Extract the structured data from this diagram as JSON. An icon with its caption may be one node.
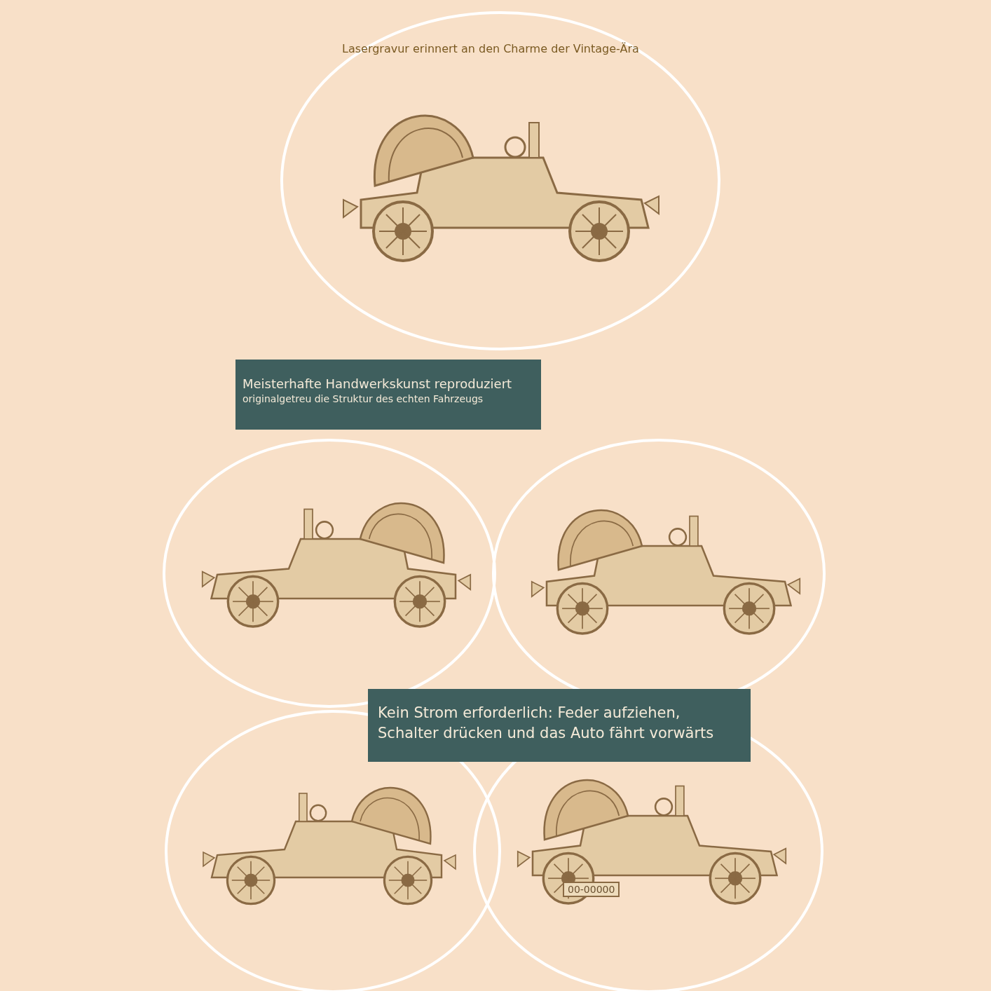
{
  "diagram": {
    "nodes": [
      {
        "text": [
          "Meisterhafte Handwerkskunst reproduziert",
          "originalgetreu die Struktur des echten Fahrzeugs"
        ]
      },
      {
        "text": [
          "Kein Strom erforderlich: Feder aufziehen, Schalter drücken und das Auto fährt vorwärts"
        ]
      }
    ],
    "labels": [
      "Lasergravur erinnert an den Charme der Vintage-Ära",
      "00-00000"
    ]
  }
}
